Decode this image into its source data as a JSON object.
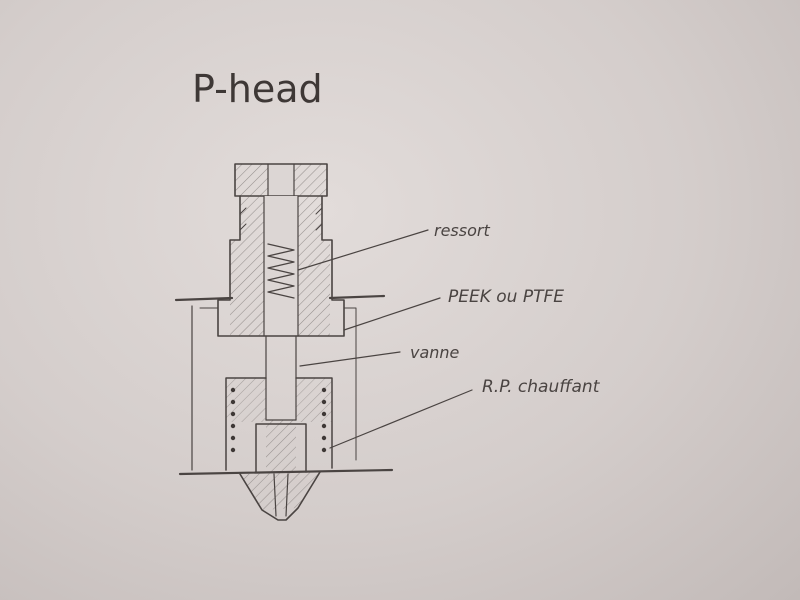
{
  "title": "P-head",
  "labels": {
    "spring": "ressort",
    "insulator": "PEEK ou PTFE",
    "valve": "vanne",
    "heater": "R.P. chauffant"
  },
  "colors": {
    "paper": "#dcd6d4",
    "pencil": "#4a4442"
  }
}
